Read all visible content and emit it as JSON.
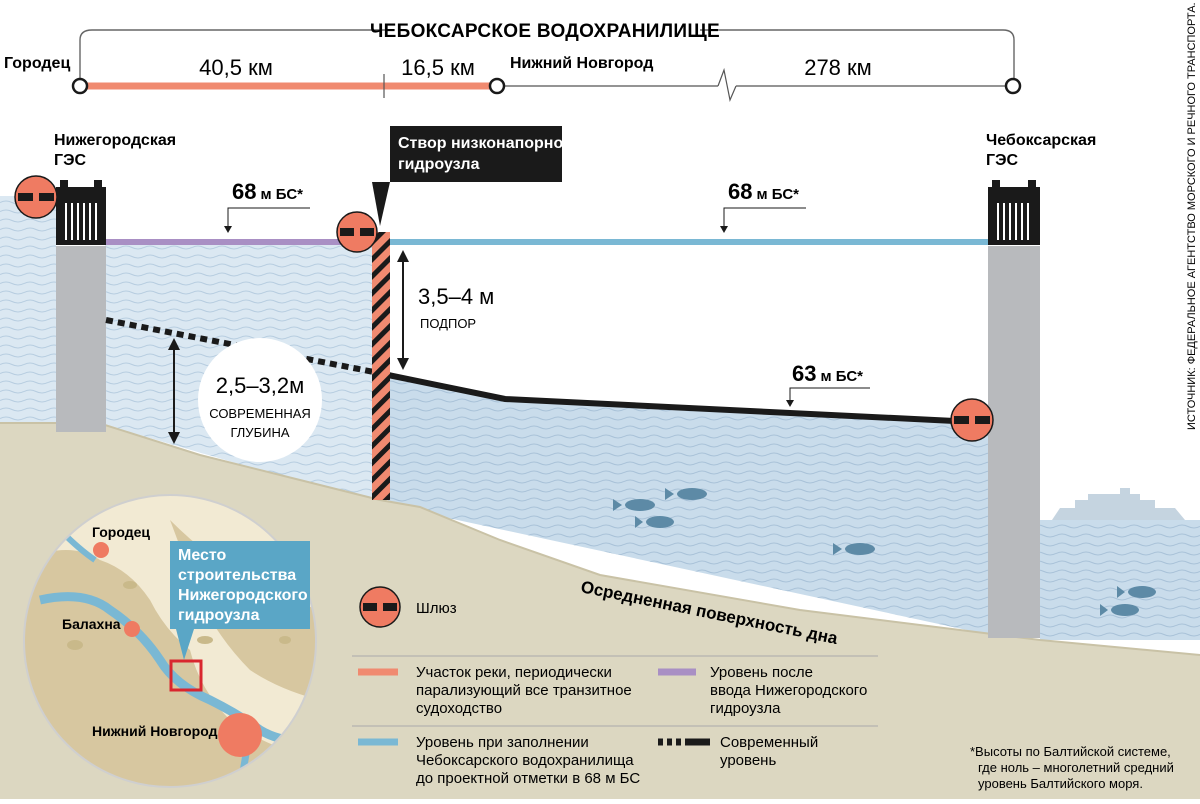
{
  "header": {
    "reservoir_title": "ЧЕБОКСАРСКОЕ ВОДОХРАНИЛИЩЕ",
    "distances": [
      "40,5 км",
      "16,5 км",
      "278 км"
    ]
  },
  "places": {
    "gorodets": "Городец",
    "nizhny": "Нижний Новгород"
  },
  "dams": {
    "left_line1": "Нижегородская",
    "left_line2": "ГЭС",
    "right_line1": "Чебоксарская",
    "right_line2": "ГЭС"
  },
  "callout": {
    "line1": "Створ низконапорного",
    "line2": "гидроузла"
  },
  "levels": {
    "left_value": "68",
    "left_unit": "м БС*",
    "right_value": "68",
    "right_unit": "м БС*",
    "low_value": "63",
    "low_unit": "м БС*"
  },
  "measurements": {
    "head_value": "3,5–4 м",
    "head_label": "ПОДПОР",
    "depth_value": "2,5–3,2м",
    "depth_label1": "СОВРЕМЕННАЯ",
    "depth_label2": "ГЛУБИНА"
  },
  "bottom_label": "Осредненная поверхность дна",
  "map": {
    "gorodets": "Городец",
    "balakhna": "Балахна",
    "nizhny": "Нижний Новгород",
    "site_line1": "Место",
    "site_line2": "строительства",
    "site_line3": "Нижегородского",
    "site_line4": "гидроузла"
  },
  "legend": {
    "lock": "Шлюз",
    "orange_line1": "Участок реки, периодически",
    "orange_line2": "парализующий все транзитное",
    "orange_line3": "судоходство",
    "purple_line1": "Уровень после",
    "purple_line2": "ввода Нижегородского",
    "purple_line3": "гидроузла",
    "blue_line1": "Уровень при заполнении",
    "blue_line2": "Чебоксарского водохранилища",
    "blue_line3": "до проектной отметки в 68 м БС",
    "dash_line1": "Современный",
    "dash_line2": "уровень"
  },
  "footnote": {
    "line1": "*Высоты по Балтийской системе,",
    "line2": "где ноль – многолетний средний",
    "line3": "уровень Балтийского моря."
  },
  "source": "ИСТОЧНИК: ФЕДЕРАЛЬНОЕ АГЕНТСТВО МОРСКОГО И РЕЧНОГО ТРАНСПОРТА.",
  "colors": {
    "orange": "#f08a70",
    "purple": "#a98fc4",
    "blue": "#7ab8d4",
    "water": "#dbe8f2",
    "water_deep": "#c9dceb",
    "bottom": "#dcd7c1",
    "map_callout": "#5aa6c6",
    "lock_red": "#ef7b62"
  }
}
